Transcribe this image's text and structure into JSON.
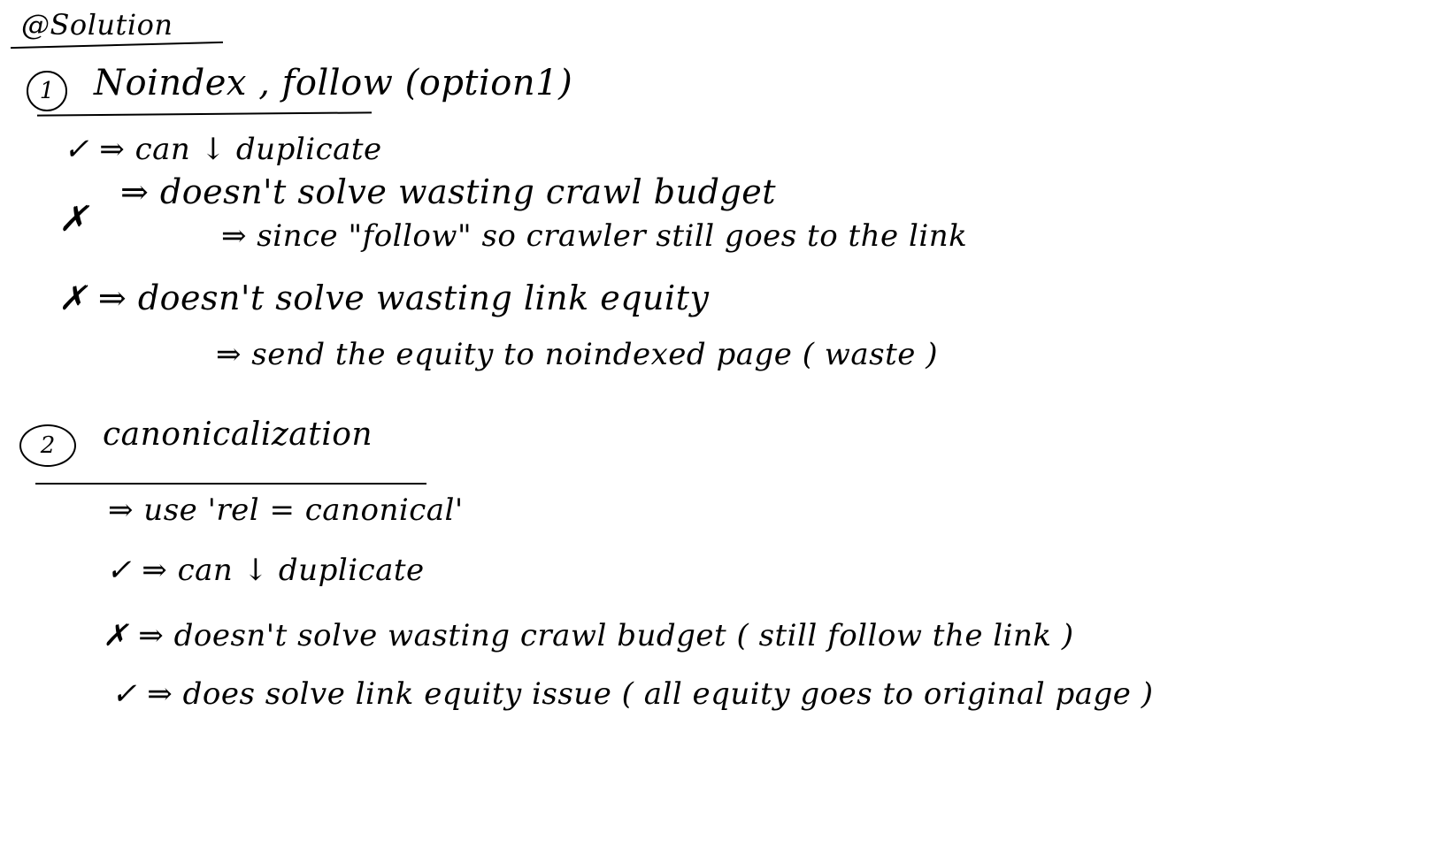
{
  "title": "@Solution",
  "section1": {
    "number": "1",
    "heading": "Noindex , follow (option1)",
    "lines": [
      "✓ ⇒ can ↓ duplicate",
      "⇒ doesn't solve wasting crawl budget",
      "✗",
      "⇒ since \"follow\" so crawler still goes to the link",
      "✗ ⇒ doesn't solve wasting link equity",
      "⇒ send the equity to noindexed page ( waste )"
    ]
  },
  "section2": {
    "number": "2",
    "heading": "canonicalization",
    "lines": [
      "⇒ use 'rel = canonical'",
      "✓ ⇒ can ↓ duplicate",
      "✗ ⇒ doesn't solve wasting crawl budget ( still follow the link )",
      "✓ ⇒ does solve link equity issue ( all equity goes to original page )"
    ]
  }
}
